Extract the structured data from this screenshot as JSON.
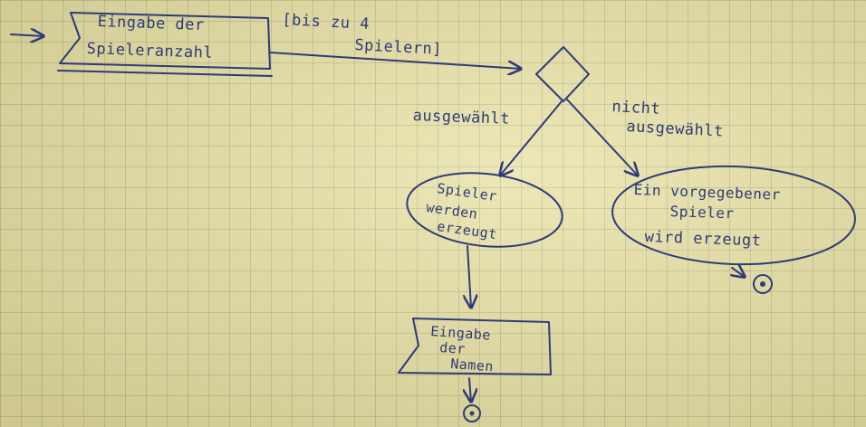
{
  "diagram": {
    "input_players": {
      "line1": "Eingabe der",
      "line2": "Spieleranzahl"
    },
    "guard": {
      "line1": "[bis zu 4",
      "line2": "Spielern]"
    },
    "branch_selected": "ausgewählt",
    "branch_not_selected": {
      "line1": "nicht",
      "line2": "ausgewählt"
    },
    "action_players_created": {
      "line1": "Spieler",
      "line2": "werden",
      "line3": "erzeugt"
    },
    "action_default_player": {
      "line1": "Ein vorgegebener",
      "line2": "Spieler",
      "line3": "wird erzeugt"
    },
    "input_names": {
      "line1": "Eingabe",
      "line2": "der",
      "line3": "Namen"
    },
    "colors": {
      "ink": "#2f3b78",
      "paper": "#e6e0a4",
      "grid": "#8c8650"
    },
    "icons": [
      "start-arrow-icon",
      "decision-diamond-icon",
      "end-node-icon"
    ]
  }
}
